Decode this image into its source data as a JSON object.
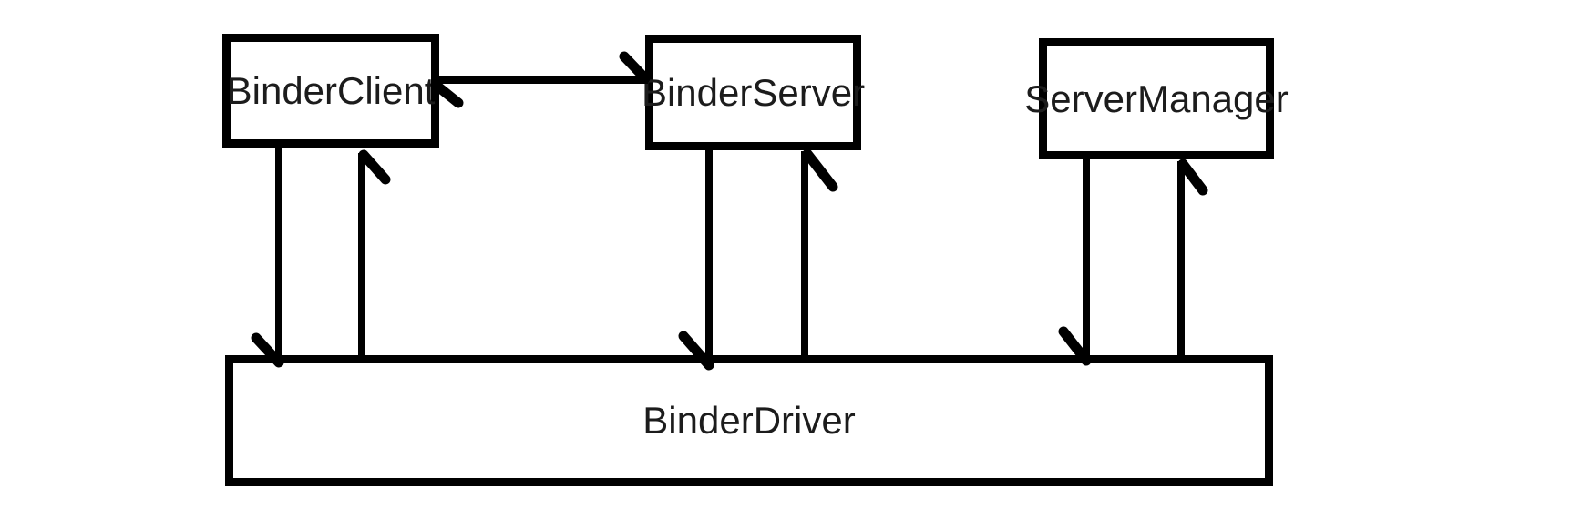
{
  "diagram": {
    "nodes": {
      "binder_client": {
        "label": "BinderClient"
      },
      "binder_server": {
        "label": "BinderServer"
      },
      "server_manager": {
        "label": "ServerManager"
      },
      "binder_driver": {
        "label": "BinderDriver"
      }
    },
    "edges": [
      {
        "from": "BinderClient",
        "to": "BinderServer",
        "style": "double-headed horizontal arrow"
      },
      {
        "from": "BinderClient",
        "to": "BinderDriver",
        "style": "arrow down"
      },
      {
        "from": "BinderDriver",
        "to": "BinderClient",
        "style": "arrow up"
      },
      {
        "from": "BinderServer",
        "to": "BinderDriver",
        "style": "arrow down"
      },
      {
        "from": "BinderDriver",
        "to": "BinderServer",
        "style": "arrow up"
      },
      {
        "from": "ServerManager",
        "to": "BinderDriver",
        "style": "arrow down"
      },
      {
        "from": "BinderDriver",
        "to": "ServerManager",
        "style": "arrow up"
      }
    ],
    "colors": {
      "stroke": "#000000",
      "text": "#1c1c1c",
      "background": "#ffffff"
    }
  }
}
